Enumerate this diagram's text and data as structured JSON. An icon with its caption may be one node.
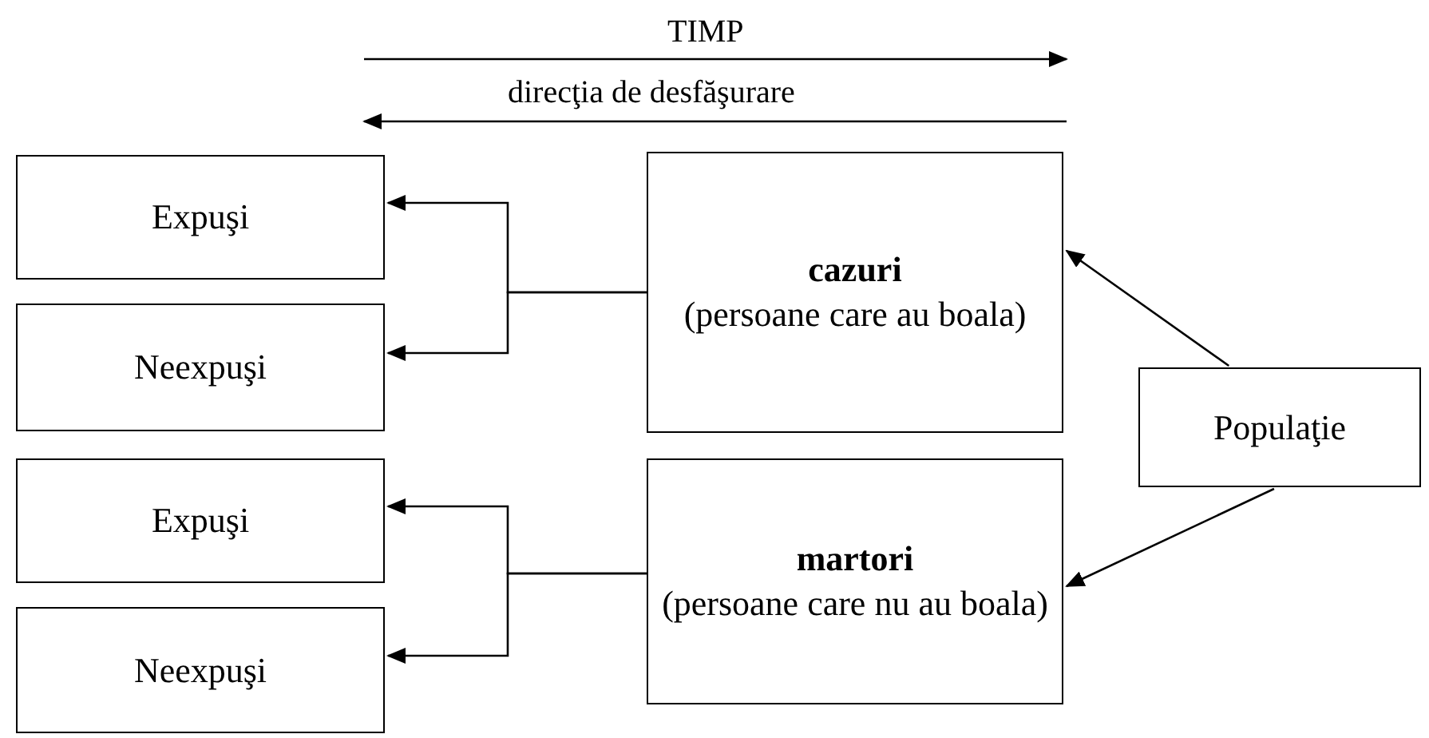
{
  "diagram": {
    "nodes": [
      {
        "text": [
          "Expuşi"
        ]
      },
      {
        "text": [
          "Neexpuşi"
        ]
      },
      {
        "text": [
          "Expuşi"
        ]
      },
      {
        "text": [
          "Neexpuşi"
        ]
      },
      {
        "text": [
          "cazuri",
          "(persoane care au boala)"
        ]
      },
      {
        "text": [
          "martori",
          "(persoane care nu au boala)"
        ]
      },
      {
        "text": [
          "Populaţie"
        ]
      }
    ],
    "edges": [
      {
        "from": 4,
        "to": 0,
        "arrow": "to"
      },
      {
        "from": 4,
        "to": 1,
        "arrow": "to"
      },
      {
        "from": 5,
        "to": 2,
        "arrow": "to"
      },
      {
        "from": 5,
        "to": 3,
        "arrow": "to"
      },
      {
        "from": 6,
        "to": 4,
        "arrow": "to"
      },
      {
        "from": 6,
        "to": 5,
        "arrow": "to"
      }
    ],
    "labels": [
      "TIMP",
      "direcţia de desfăşurare"
    ]
  }
}
